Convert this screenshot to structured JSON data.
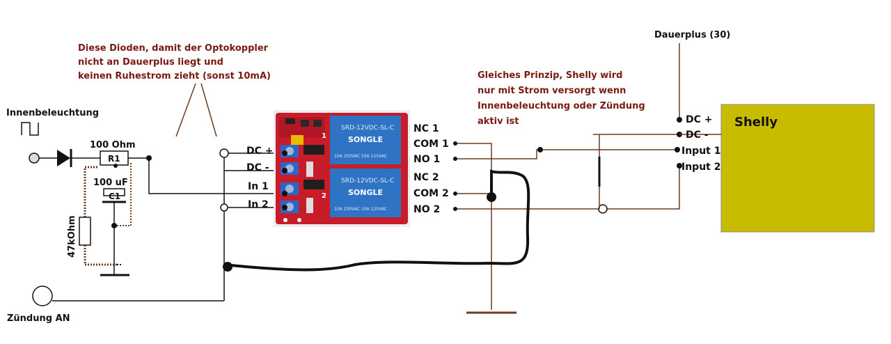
{
  "annotations": {
    "diodes_note": [
      "Diese Dioden, damit der Optokoppler",
      "nicht an Dauerplus liegt und",
      "keinen Ruhestrom zieht (sonst 10mA)"
    ],
    "shelly_note": [
      "Gleiches Prinzip, Shelly wird",
      "nur mit Strom versorgt wenn",
      "Innenbeleuchtung oder Zündung",
      "aktiv ist"
    ]
  },
  "inputs": {
    "interior_light": "Innenbeleuchtung",
    "ignition": "Zündung AN",
    "permanent_plus": "Dauerplus (30)"
  },
  "components": {
    "r1_value": "100 Ohm",
    "r1_name": "R1",
    "c1_value": "100 uF",
    "c1_name": "C1",
    "r2_value": "47kOhm"
  },
  "relay_left_pins": [
    "DC +",
    "DC -",
    "In 1",
    "In 2"
  ],
  "relay_right_pins": [
    "NC 1",
    "COM 1",
    "NO 1",
    "NC 2",
    "COM 2",
    "NO 2"
  ],
  "relay_board": {
    "relay_text_1": "SRD-12VDC-SL-C",
    "relay_text_2": "SONGLE",
    "relay_rating": "10A 250VAC  10A 125VAC",
    "label_1": "1",
    "label_2": "2"
  },
  "shelly": {
    "title": "Shelly",
    "pins": [
      "DC +",
      "DC -",
      "Input 1",
      "Input 2"
    ],
    "color": "#c8bb00"
  },
  "colors": {
    "wire_brown": "#6b3a1f",
    "wire_black": "#111111",
    "note_text": "#7a1a12",
    "board_red": "#c81c2a",
    "relay_blue": "#2f73c4"
  }
}
